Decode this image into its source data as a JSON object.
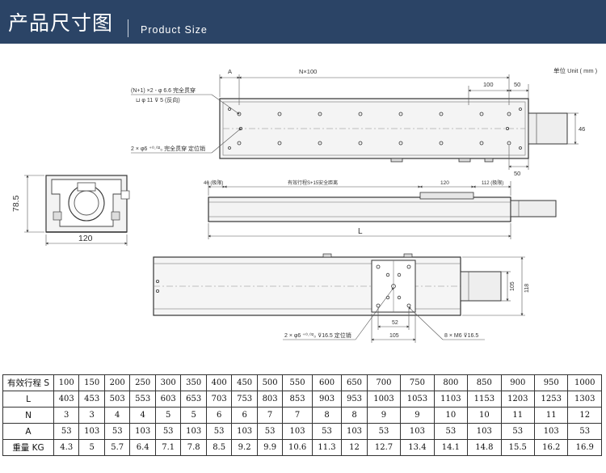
{
  "header": {
    "title_cn": "产品尺寸图",
    "title_en": "Product Size"
  },
  "drawing": {
    "unit": "单位 Unit ( mm )",
    "top_view": {
      "dim_A": "A",
      "dim_Nx100": "N×100",
      "dim_100": "100",
      "dim_50_top": "50",
      "dim_50_bottom": "50",
      "dim_46": "46",
      "callout_holes_1": "(N+1) ×2 - φ 6.6 完全贯穿",
      "callout_holes_2": "⊔ φ 11 ⊽ 5 (反向)",
      "callout_pins": "2 × φ6 ⁺⁰·⁰²₀ 完全贯穿 定位销"
    },
    "end_view": {
      "height": "78.5",
      "width": "120"
    },
    "side_view": {
      "dim_46": "46 (极限)",
      "dim_stroke": "有效行程S+15安全距离",
      "dim_120": "120",
      "dim_112": "112 (极限)",
      "dim_L": "L"
    },
    "bottom_view": {
      "dim_105_h": "105",
      "dim_118": "118",
      "dim_52": "52",
      "dim_105_w": "105",
      "callout_pins": "2 × φ6 ⁺⁰·⁰²₀ ⊽16.5 定位销",
      "callout_screws": "8 × M6 ⊽16.5"
    }
  },
  "table": {
    "rows": [
      {
        "label": "有效行程 S",
        "values": [
          "100",
          "150",
          "200",
          "250",
          "300",
          "350",
          "400",
          "450",
          "500",
          "550",
          "600",
          "650",
          "700",
          "750",
          "800",
          "850",
          "900",
          "950",
          "1000"
        ]
      },
      {
        "label": "L",
        "values": [
          "403",
          "453",
          "503",
          "553",
          "603",
          "653",
          "703",
          "753",
          "803",
          "853",
          "903",
          "953",
          "1003",
          "1053",
          "1103",
          "1153",
          "1203",
          "1253",
          "1303"
        ]
      },
      {
        "label": "N",
        "values": [
          "3",
          "3",
          "4",
          "4",
          "5",
          "5",
          "6",
          "6",
          "7",
          "7",
          "8",
          "8",
          "9",
          "9",
          "10",
          "10",
          "11",
          "11",
          "12"
        ]
      },
      {
        "label": "A",
        "values": [
          "53",
          "103",
          "53",
          "103",
          "53",
          "103",
          "53",
          "103",
          "53",
          "103",
          "53",
          "103",
          "53",
          "103",
          "53",
          "103",
          "53",
          "103",
          "53"
        ]
      },
      {
        "label": "重量 KG",
        "values": [
          "4.3",
          "5",
          "5.7",
          "6.4",
          "7.1",
          "7.8",
          "8.5",
          "9.2",
          "9.9",
          "10.6",
          "11.3",
          "12",
          "12.7",
          "13.4",
          "14.1",
          "14.8",
          "15.5",
          "16.2",
          "16.9"
        ]
      }
    ]
  }
}
